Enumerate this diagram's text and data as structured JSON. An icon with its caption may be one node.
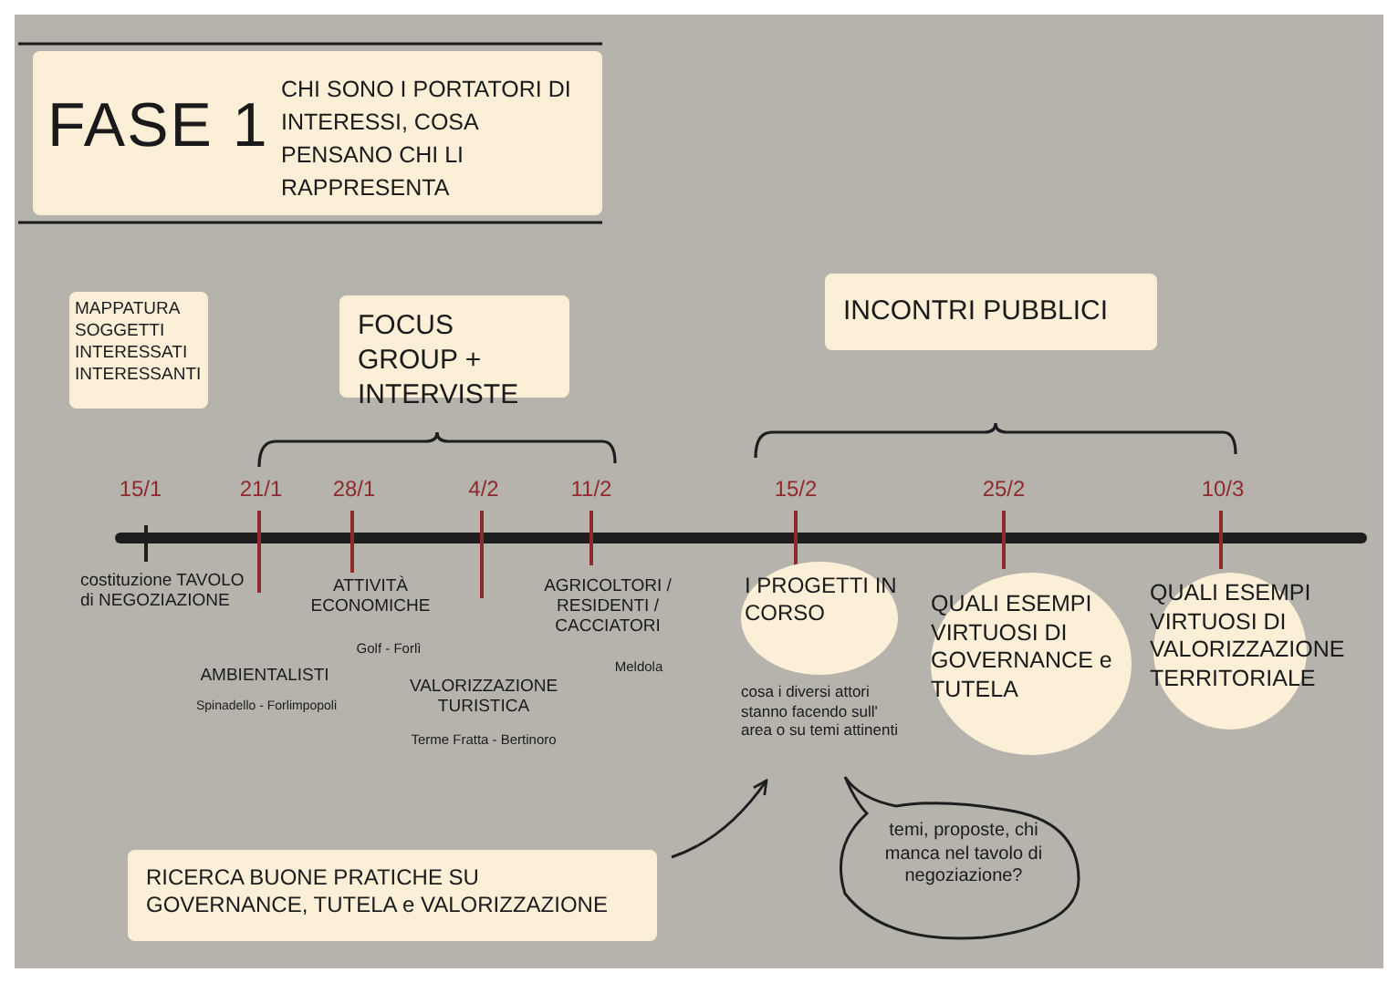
{
  "diagram": {
    "nodes": [
      {
        "text": [
          "FASE 1",
          "CHI SONO I PORTATORI DI INTERESSI, COSA PENSANO CHI LI RAPPRESENTA"
        ]
      },
      {
        "text": [
          "MAPPATURA SOGGETTI INTERESSATI INTERESSANTI"
        ]
      },
      {
        "text": [
          "FOCUS GROUP + INTERVISTE"
        ]
      },
      {
        "text": [
          "INCONTRI PUBBLICI"
        ]
      },
      {
        "text": [
          "I PROGETTI IN CORSO"
        ],
        "beside": [
          "cosa i diversi attori stanno facendo sull' area o su temi attinenti"
        ]
      },
      {
        "text": [
          "QUALI ESEMPI VIRTUOSI DI GOVERNANCE e TUTELA"
        ]
      },
      {
        "text": [
          "QUALI ESEMPI VIRTUOSI DI VALORIZZAZIONE TERRITORIALE"
        ]
      },
      {
        "text": [
          "RICERCA BUONE PRATICHE SU GOVERNANCE, TUTELA e VALORIZZAZIONE"
        ]
      },
      {
        "text": [
          "temi, proposte, chi manca nel tavolo di negoziazione?"
        ]
      }
    ],
    "edges": [
      {
        "from": 7,
        "to": 4,
        "arrow": "to"
      }
    ],
    "labels": [
      "15/1",
      "21/1",
      "28/1",
      "4/2",
      "11/2",
      "15/2",
      "25/2",
      "10/3",
      "costituzione TAVOLO di NEGOZIAZIONE",
      "AMBIENTALISTI",
      "Spinadello - Forlimpopoli",
      "ATTIVITÀ ECONOMICHE",
      "Golf - Forlì",
      "VALORIZZAZIONE TURISTICA",
      "Terme Fratta - Bertinoro",
      "AGRICOLTORI / RESIDENTI / CACCIATORI",
      "Meldola"
    ]
  }
}
